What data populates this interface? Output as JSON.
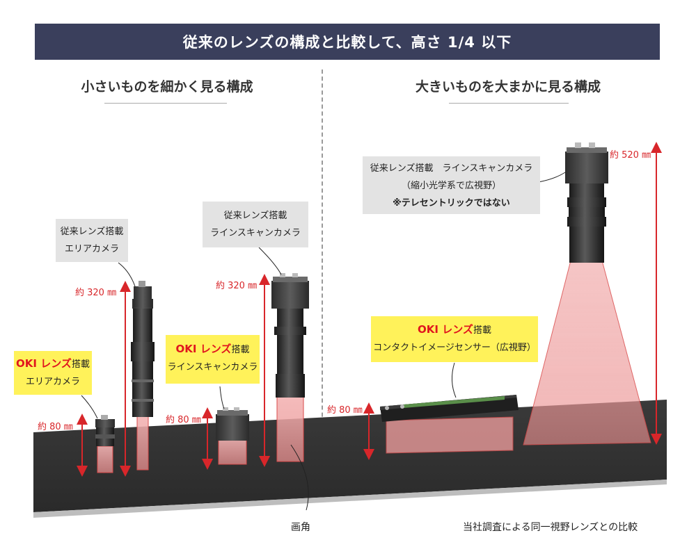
{
  "header": {
    "title": "従来のレンズの構成と比較して、高さ 1/4 以下"
  },
  "sections": {
    "left": {
      "title": "小さいものを細かく見る構成"
    },
    "right": {
      "title": "大きいものを大まかに見る構成"
    }
  },
  "labels": {
    "conv_area": {
      "line1": "従来レンズ搭載",
      "line2": "エリアカメラ"
    },
    "oki_area": {
      "brand": "OKI レンズ",
      "suffix": "搭載",
      "line2": "エリアカメラ"
    },
    "conv_line": {
      "line1": "従来レンズ搭載",
      "line2": "ラインスキャンカメラ"
    },
    "oki_line": {
      "brand": "OKI レンズ",
      "suffix": "搭載",
      "line2": "ラインスキャンカメラ"
    },
    "conv_wide": {
      "line1": "従来レンズ搭載　ラインスキャンカメラ",
      "line2": "（縮小光学系で広視野）",
      "line3": "※テレセントリックではない"
    },
    "oki_cis": {
      "brand": "OKI レンズ",
      "suffix": "搭載",
      "line2": "コンタクトイメージセンサー（広視野）"
    }
  },
  "dimensions": {
    "d1": "約 320 ㎜",
    "d2": "約 80 ㎜",
    "d3": "約 320 ㎜",
    "d4": "約 80 ㎜",
    "d5": "約 80 ㎜",
    "d6": "約 520 ㎜"
  },
  "annotations": {
    "angle": "画角",
    "footnote": "当社調査による同一視野レンズとの比較"
  },
  "colors": {
    "banner": "#3a3f5c",
    "accent_red": "#e0161e",
    "highlight": "#fff25a",
    "label_gray": "#e3e3e3"
  }
}
